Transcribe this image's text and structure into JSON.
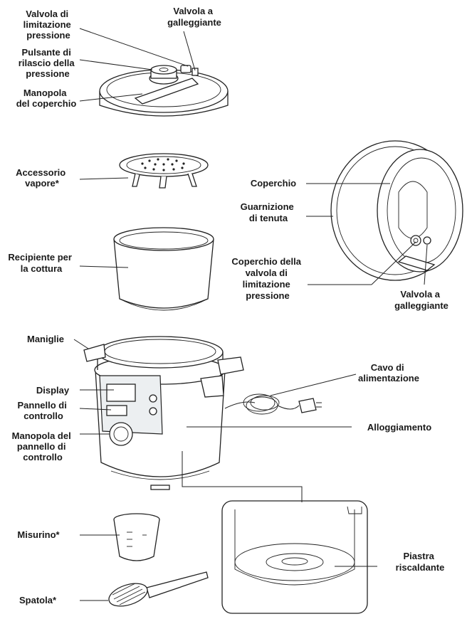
{
  "labels": {
    "valvola_limitazione_1": "Valvola di",
    "valvola_limitazione_2": "limitazione",
    "valvola_limitazione_3": "pressione",
    "valvola_galleggiante_top_1": "Valvola a",
    "valvola_galleggiante_top_2": "galleggiante",
    "pulsante_1": "Pulsante di",
    "pulsante_2": "rilascio della",
    "pulsante_3": "pressione",
    "manopola_coperchio_1": "Manopola",
    "manopola_coperchio_2": "del coperchio",
    "accessorio_1": "Accessorio",
    "accessorio_2": "vapore*",
    "coperchio": "Coperchio",
    "guarnizione_1": "Guarnizione",
    "guarnizione_2": "di tenuta",
    "recipiente_1": "Recipiente per",
    "recipiente_2": "la cottura",
    "coperchio_valvola_1": "Coperchio della",
    "coperchio_valvola_2": "valvola di",
    "coperchio_valvola_3": "limitazione",
    "coperchio_valvola_4": "pressione",
    "valvola_galleggiante_side_1": "Valvola a",
    "valvola_galleggiante_side_2": "galleggiante",
    "maniglie": "Maniglie",
    "display": "Display",
    "pannello_1": "Pannello di",
    "pannello_2": "controllo",
    "manopola_pannello_1": "Manopola del",
    "manopola_pannello_2": "pannello di",
    "manopola_pannello_3": "controllo",
    "cavo_1": "Cavo di",
    "cavo_2": "alimentazione",
    "alloggiamento": "Alloggiamento",
    "misurino": "Misurino*",
    "piastra_1": "Piastra",
    "piastra_2": "riscaldante",
    "spatola": "Spatola*"
  }
}
